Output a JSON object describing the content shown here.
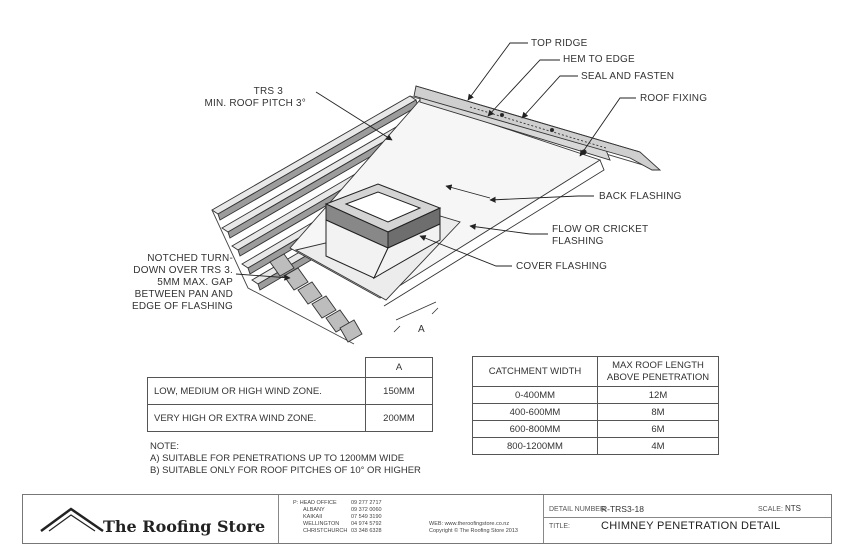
{
  "callouts": {
    "top_ridge": "TOP RIDGE",
    "hem_to_edge": "HEM TO EDGE",
    "seal_and_fasten": "SEAL AND FASTEN",
    "roof_fixing": "ROOF FIXING",
    "trs3_line1": "TRS 3",
    "trs3_line2": "MIN. ROOF PITCH 3°",
    "back_flashing": "BACK FLASHING",
    "flow_line1": "FLOW OR CRICKET",
    "flow_line2": "FLASHING",
    "cover_flashing": "COVER FLASHING",
    "notched_1": "NOTCHED TURN-",
    "notched_2": "DOWN OVER TRS 3.",
    "notched_3": "5MM MAX. GAP",
    "notched_4": "BETWEEN PAN AND",
    "notched_5": "EDGE OF FLASHING",
    "dim_a": "A"
  },
  "wind_table": {
    "header": [
      "",
      "A"
    ],
    "rows": [
      [
        "LOW, MEDIUM OR HIGH WIND ZONE.",
        "150MM"
      ],
      [
        "VERY HIGH OR EXTRA WIND ZONE.",
        "200MM"
      ]
    ]
  },
  "catchment_table": {
    "header": [
      "CATCHMENT WIDTH",
      "MAX ROOF LENGTH ABOVE PENETRATION"
    ],
    "rows": [
      [
        "0-400MM",
        "12M"
      ],
      [
        "400-600MM",
        "8M"
      ],
      [
        "600-800MM",
        "6M"
      ],
      [
        "800-1200MM",
        "4M"
      ]
    ]
  },
  "notes": {
    "heading": "NOTE:",
    "a": "A) SUITABLE FOR PENETRATIONS UP TO 1200MM WIDE",
    "b": "B) SUITABLE ONLY FOR ROOF PITCHES OF 10° OR HIGHER"
  },
  "title_block": {
    "company": "The Roofing Store",
    "offices": [
      "P: HEAD OFFICE",
      "ALBANY",
      "KAIKAII",
      "WELLINGTON",
      "CHRISTCHURCH"
    ],
    "phones": [
      "09 277 2717",
      "09 372 0060",
      "07 549 3190",
      "04 974 5792",
      "03 348 6328"
    ],
    "web": "WEB: www.theroofingstore.co.nz",
    "copyright": "Copyright © The Roofing Store 2013",
    "detail_number_label": "DETAIL NUMBER:",
    "detail_number": "R-TRS3-18",
    "scale_label": "SCALE:",
    "scale": "NTS",
    "title_label": "TITLE:",
    "title": "CHIMNEY PENETRATION DETAIL"
  }
}
